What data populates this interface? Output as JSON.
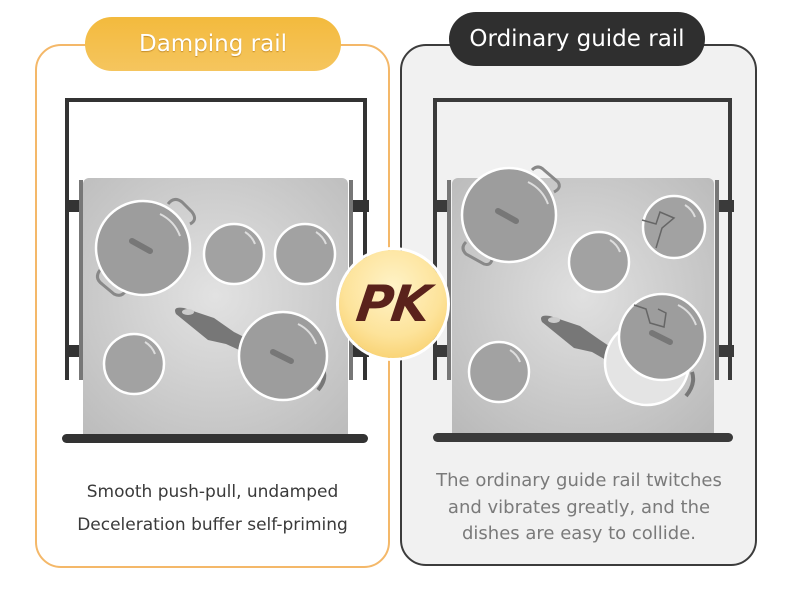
{
  "left_panel": {
    "title": "Damping rail",
    "caption_lines": [
      "Smooth push-pull, undamped",
      "Deceleration buffer self-priming"
    ],
    "accent_color": "#f4b869",
    "title_bg": "#f3ba3d"
  },
  "right_panel": {
    "title": "Ordinary guide rail",
    "caption_lines": [
      "The ordinary guide rail twitches",
      "and vibrates greatly, and the",
      "dishes are easy to collide."
    ],
    "accent_color": "#3c3c3c",
    "title_bg": "#2f2f2f"
  },
  "badge": {
    "text": "PK",
    "color": "#5a221b"
  },
  "illustration": {
    "icons": [
      "drawer-frame-icon",
      "pot-icon",
      "plate-icon",
      "pan-icon",
      "cracked-plate-icon"
    ]
  }
}
